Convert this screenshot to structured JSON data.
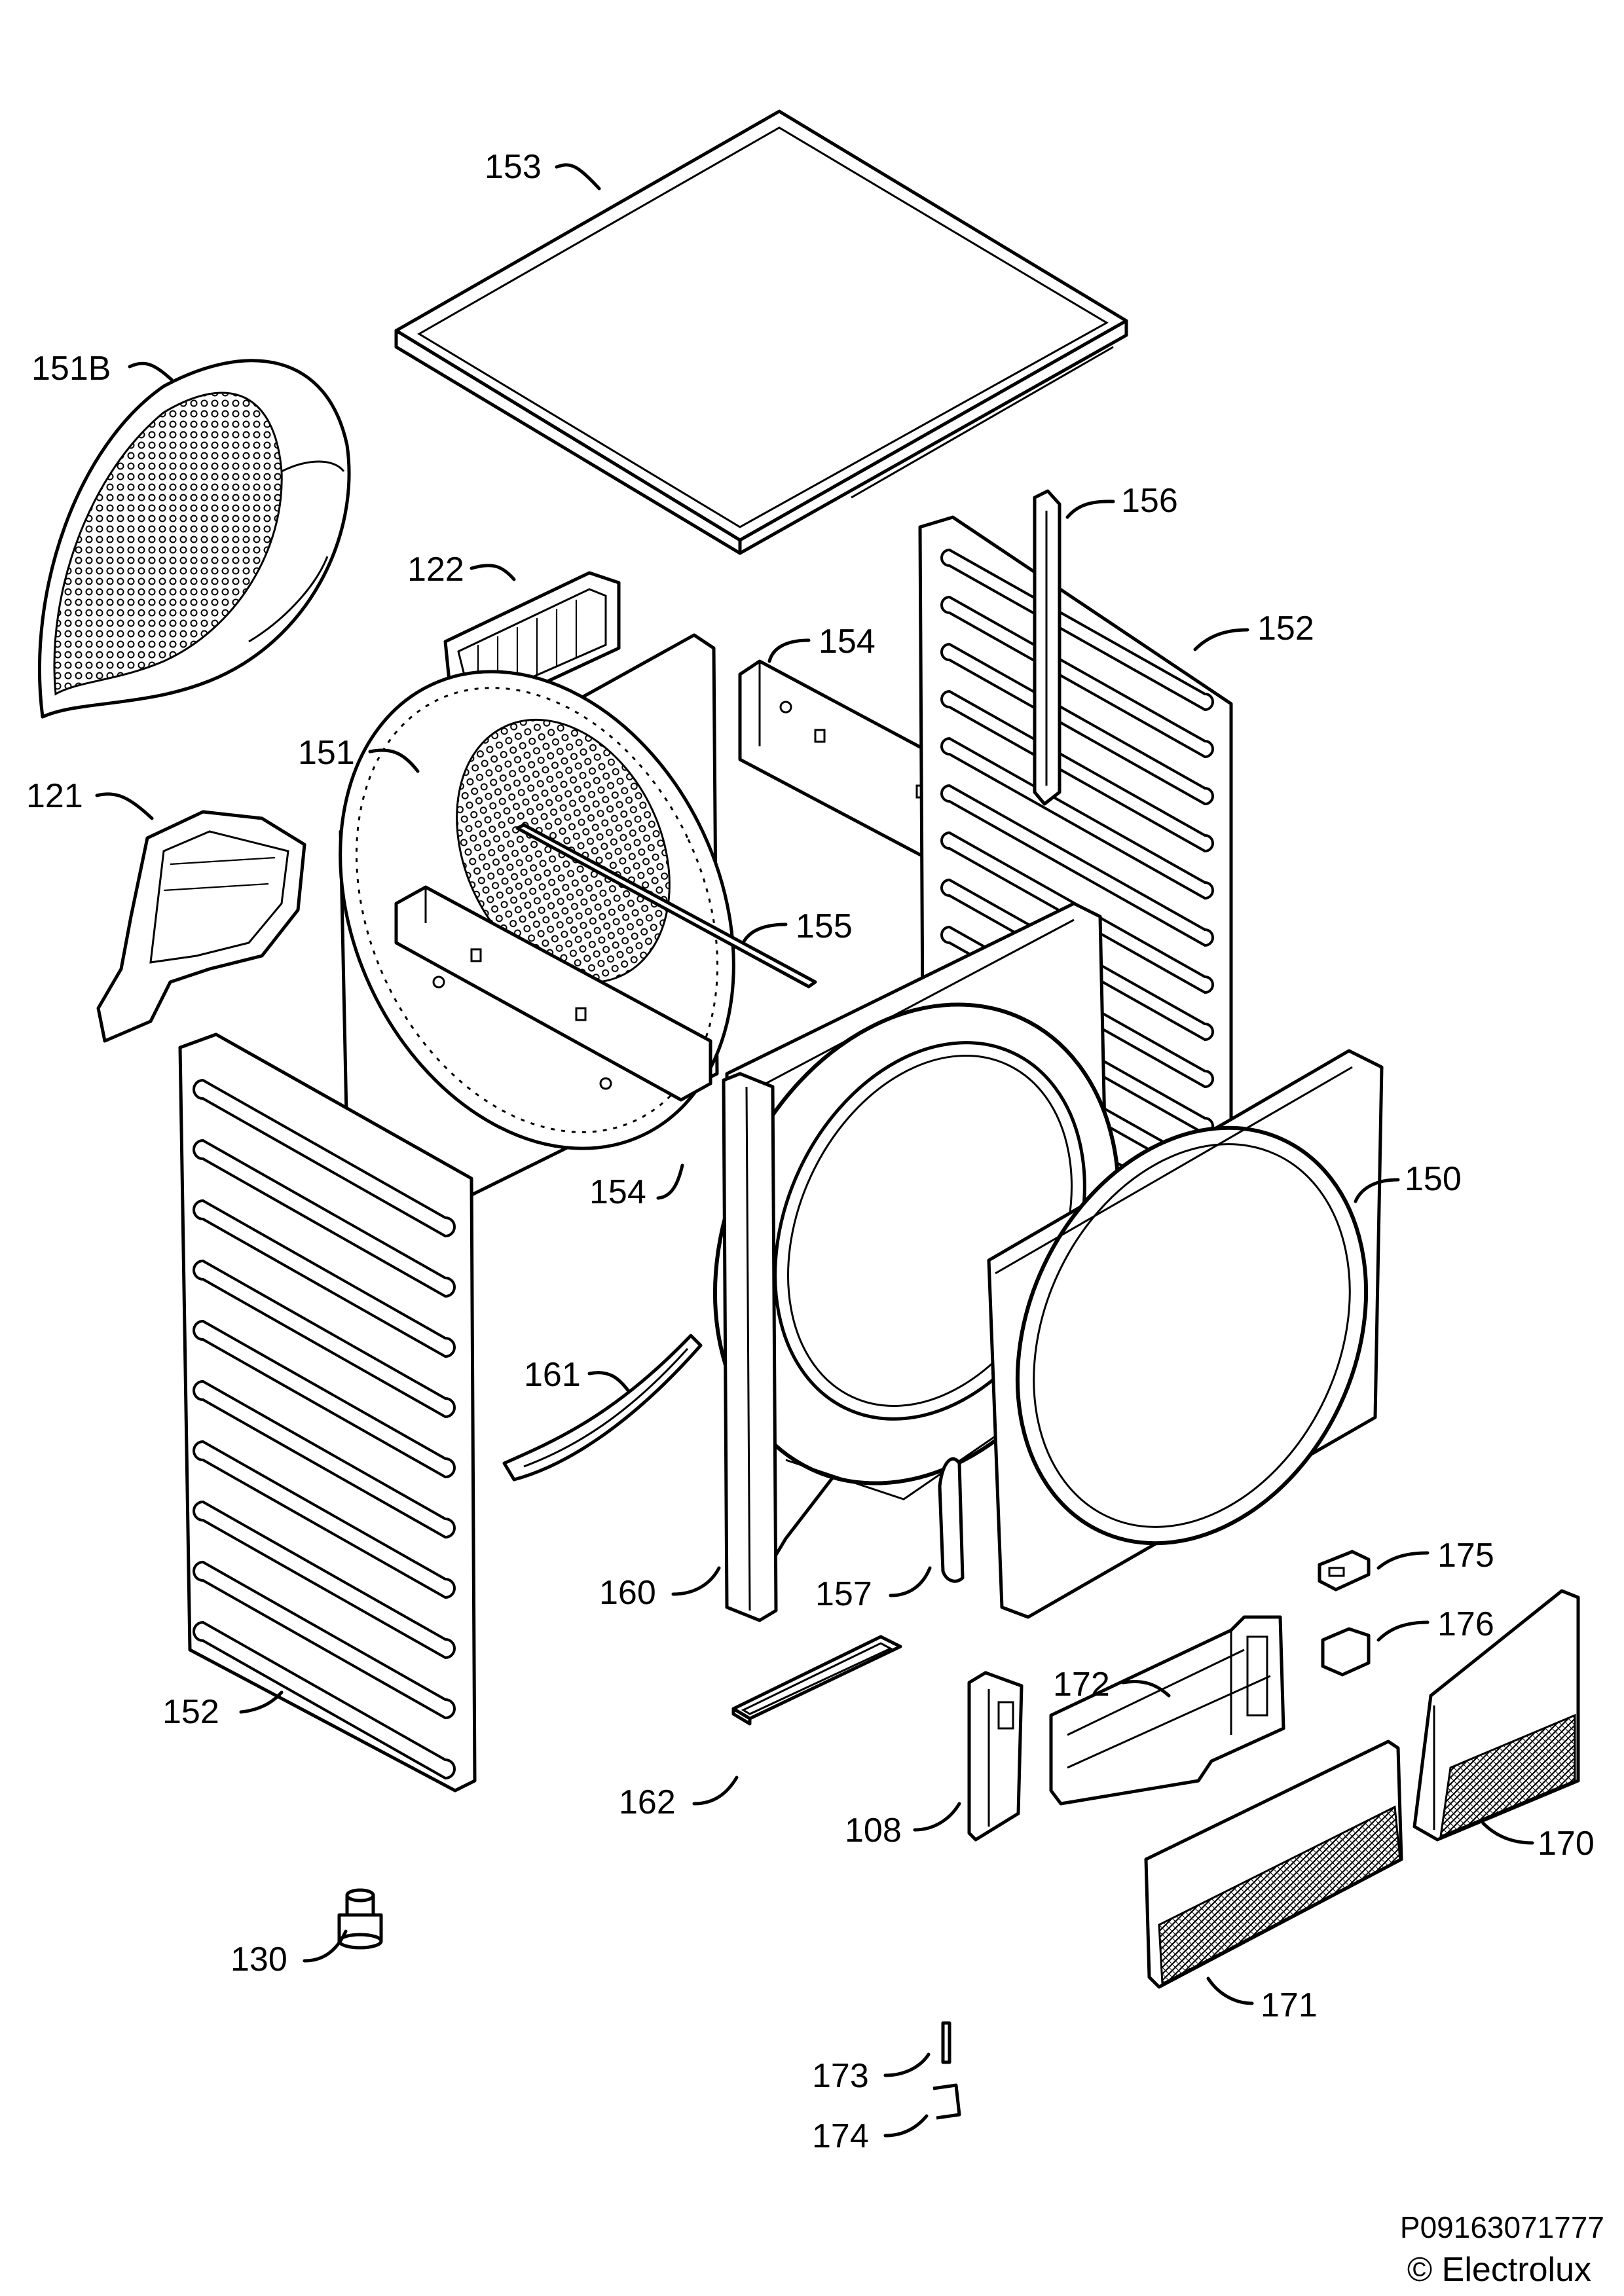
{
  "diagram": {
    "callouts": {
      "p153": "153",
      "p151b": "151B",
      "p122": "122",
      "p156": "156",
      "p154_top": "154",
      "p152_right": "152",
      "p151": "151",
      "p121": "121",
      "p155": "155",
      "p154_bottom": "154",
      "p150": "150",
      "p161": "161",
      "p160": "160",
      "p157": "157",
      "p175": "175",
      "p176": "176",
      "p172": "172",
      "p152_left": "152",
      "p162": "162",
      "p108": "108",
      "p170": "170",
      "p130": "130",
      "p171": "171",
      "p173": "173",
      "p174": "174"
    },
    "footer": {
      "code": "P09163071777",
      "copyright": "© Electrolux"
    }
  }
}
